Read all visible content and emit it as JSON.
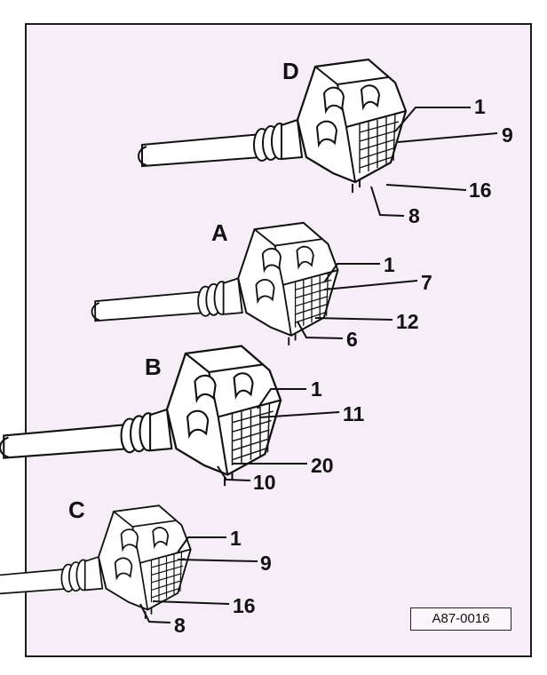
{
  "figure_id": "A87-0016",
  "connectors": [
    {
      "letter": "D",
      "pins": [
        "1",
        "9",
        "16",
        "8"
      ]
    },
    {
      "letter": "A",
      "pins": [
        "1",
        "7",
        "12",
        "6"
      ]
    },
    {
      "letter": "B",
      "pins": [
        "1",
        "11",
        "20",
        "10"
      ]
    },
    {
      "letter": "C",
      "pins": [
        "1",
        "9",
        "16",
        "8"
      ]
    }
  ]
}
